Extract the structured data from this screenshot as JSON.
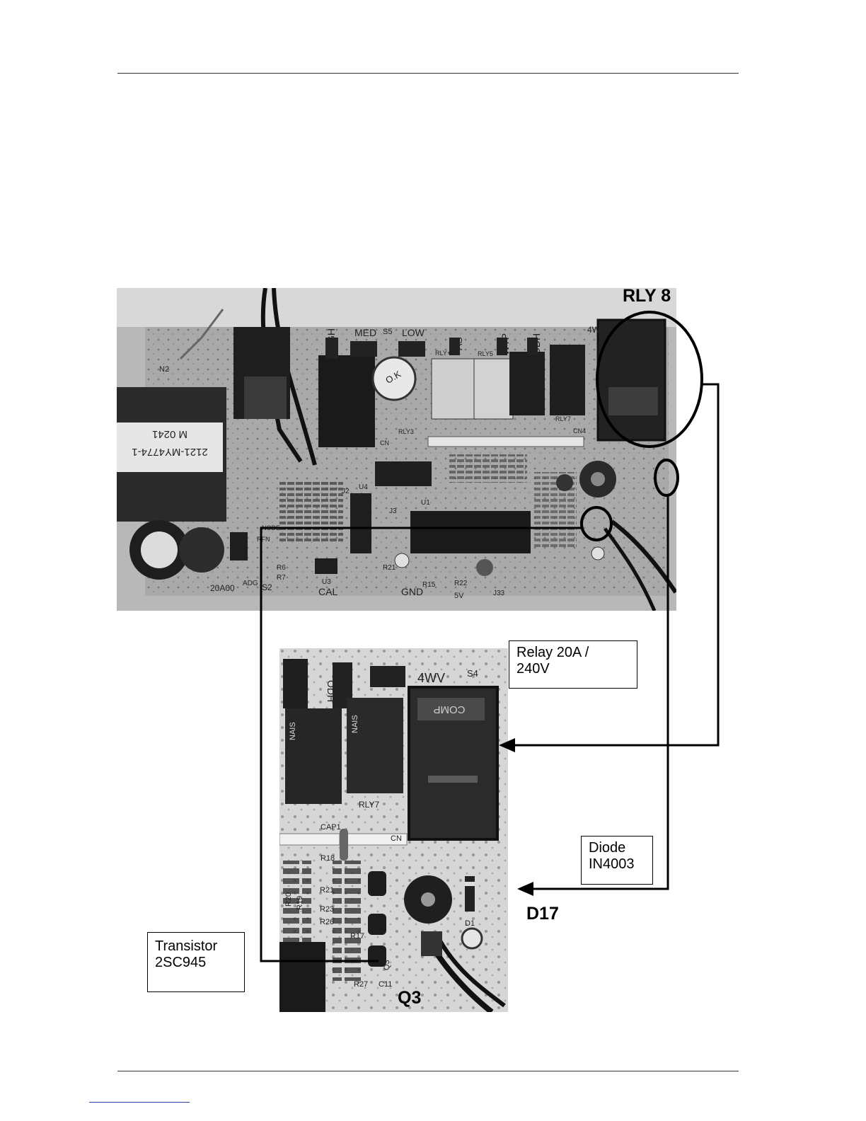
{
  "labels": {
    "rly8": "RLY 8",
    "d17": "D17",
    "q3": "Q3"
  },
  "callouts": {
    "relay": [
      "Relay 20A /",
      "240V"
    ],
    "diode": [
      "Diode",
      "IN4003"
    ],
    "transistor": [
      "Transistor",
      "2SC945"
    ]
  },
  "board_silkscreen": {
    "main": [
      "HIGH",
      "MED",
      "S5",
      "LOW",
      "AS",
      "WTP",
      "ODH",
      "4WV",
      "RLY+",
      "RLY5",
      "RLY7",
      "RLY3",
      "CN4",
      "CN",
      "J2",
      "J3",
      "U1",
      "U3",
      "U4",
      "S2",
      "CAL",
      "GND",
      "5V",
      "R22",
      "R15",
      "R21",
      "R7",
      "R6",
      "ADG",
      "20A00",
      "J33",
      "2121-MY4774-1",
      "M 0241",
      "N2",
      "NODE",
      "RFN"
    ],
    "zoom": [
      "ODH",
      "4WV",
      "S4",
      "RLY7",
      "CAP1",
      "CN",
      "R18",
      "R20",
      "R19",
      "R23",
      "R26",
      "R21",
      "R17",
      "R27",
      "C11",
      "Q3",
      "D1"
    ]
  }
}
